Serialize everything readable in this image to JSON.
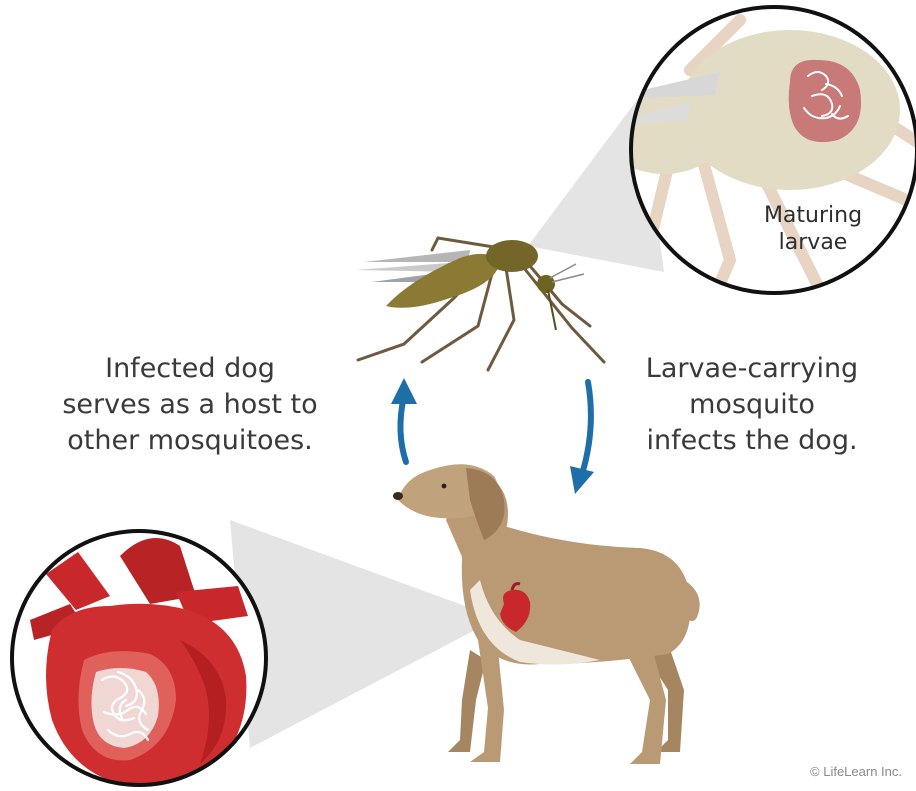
{
  "diagram": {
    "captions": {
      "left": [
        "Infected dog",
        "serves as a host to",
        "other mosquitoes."
      ],
      "right": [
        "Larvae-carrying",
        "mosquito",
        "infects the dog."
      ]
    },
    "zoom_label": [
      "Maturing",
      "larvae"
    ],
    "copyright": "© LifeLearn Inc.",
    "colors": {
      "arrow": "#1e6fa8",
      "dog": "#b99a74",
      "heart": "#c8282c",
      "mosquito": "#7d6a2c",
      "callout": "#e6e6e6"
    }
  }
}
